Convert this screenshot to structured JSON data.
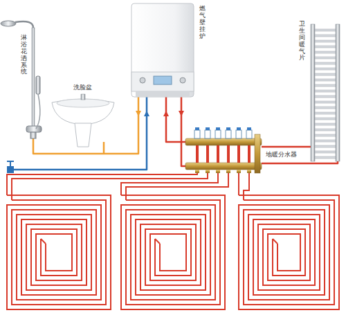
{
  "diagram": {
    "labels": [
      "淋浴花洒系统",
      "燃气壁挂炉",
      "卫生间暖气片",
      "洗脸盆",
      "地暖分水器"
    ]
  }
}
